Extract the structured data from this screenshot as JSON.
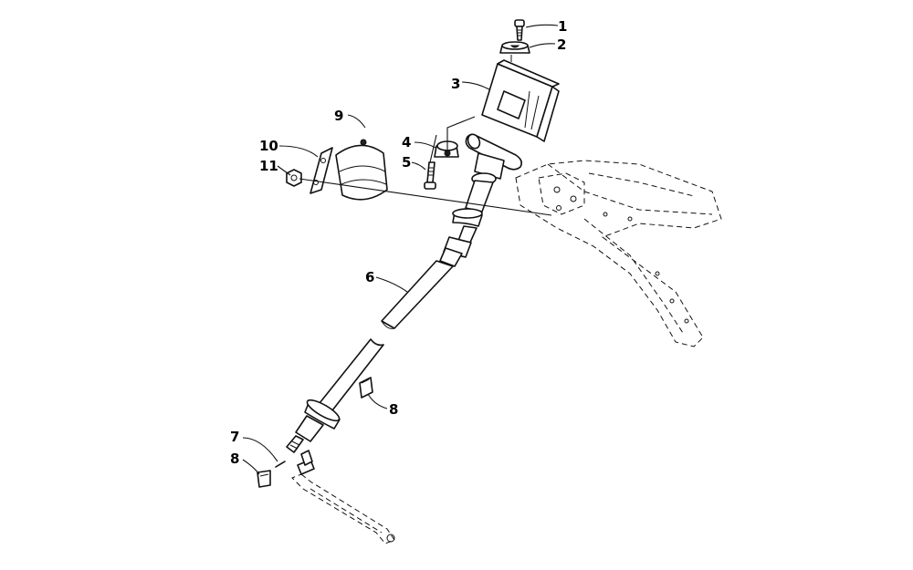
{
  "callouts": {
    "c1": "1",
    "c2": "2",
    "c3": "3",
    "c4": "4",
    "c5": "5",
    "c6": "6",
    "c7": "7",
    "c8a": "8",
    "c8b": "8",
    "c9": "9",
    "c10": "10",
    "c11": "11"
  },
  "colors": {
    "line": "#111111",
    "background": "#ffffff"
  }
}
